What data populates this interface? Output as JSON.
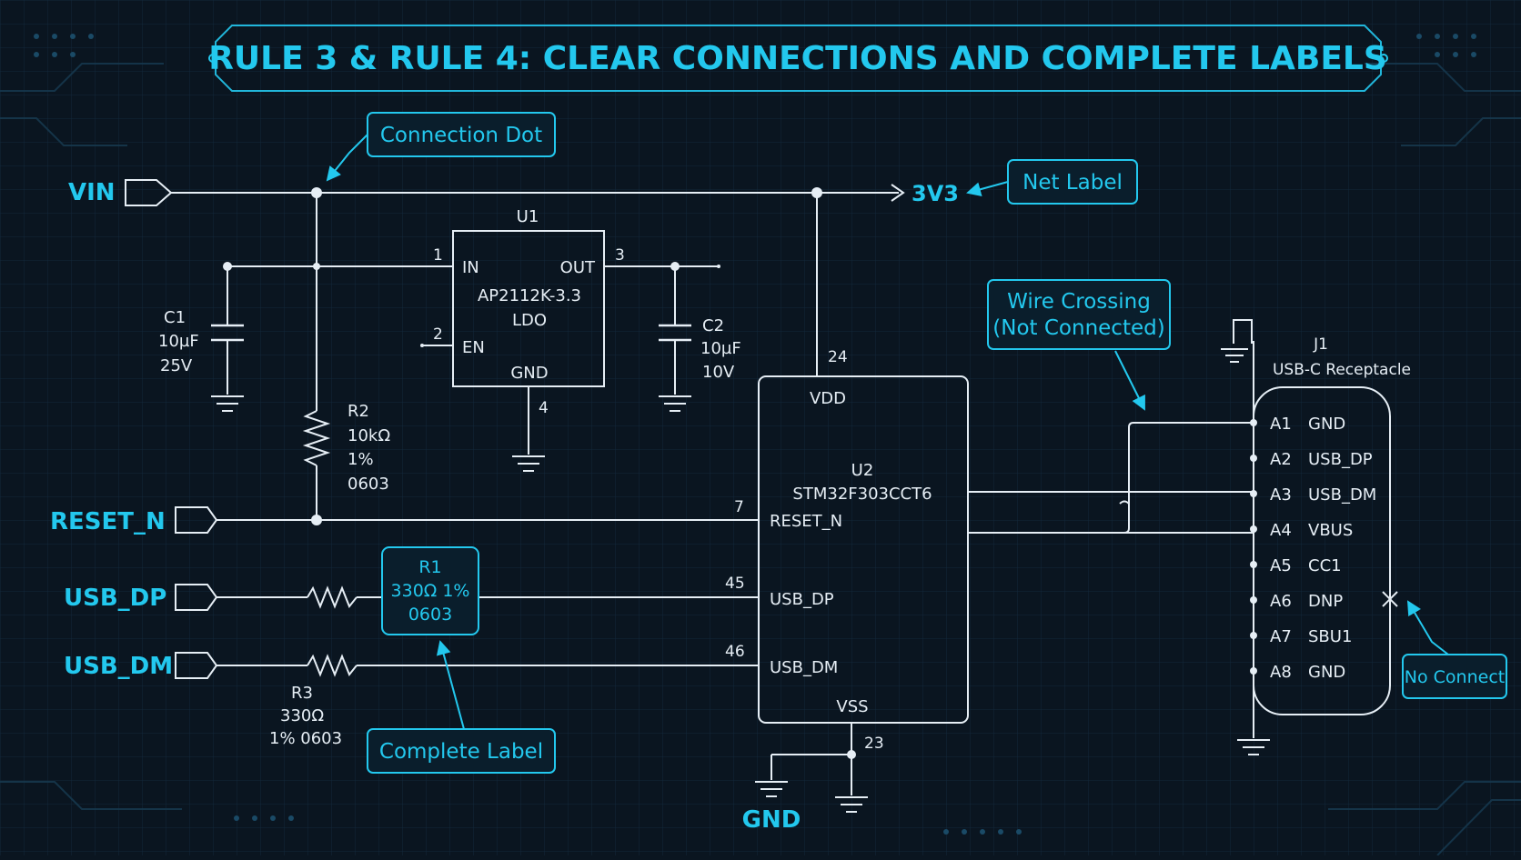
{
  "title": "RULE 3 & RULE 4: CLEAR CONNECTIONS AND COMPLETE LABELS",
  "colors": {
    "background": "#0a1520",
    "accent": "#23c8ee",
    "wire": "#e6eef5",
    "grid": "#12283a"
  },
  "callouts": {
    "connection_dot": "Connection Dot",
    "net_label": "Net Label",
    "wire_crossing_1": "Wire Crossing",
    "wire_crossing_2": "(Not Connected)",
    "complete_label": "Complete Label",
    "no_connect": "No Connect"
  },
  "ports": {
    "vin": "VIN",
    "reset_n": "RESET_N",
    "usb_dp": "USB_DP",
    "usb_dm": "USB_DM",
    "v3v3": "3V3",
    "gnd": "GND"
  },
  "u1": {
    "ref": "U1",
    "part": "AP2112K-3.3",
    "type": "LDO",
    "pin_in": "IN",
    "pin_out": "OUT",
    "pin_en": "EN",
    "pin_gnd": "GND",
    "num_in": "1",
    "num_en": "2",
    "num_out": "3",
    "num_gnd": "4"
  },
  "c1": {
    "ref": "C1",
    "value": "10µF",
    "voltage": "25V"
  },
  "c2": {
    "ref": "C2",
    "value": "10µF",
    "voltage": "10V"
  },
  "r2": {
    "ref": "R2",
    "value": "10kΩ",
    "tol": "1%",
    "pkg": "0603"
  },
  "r1": {
    "ref": "R1",
    "value": "330Ω 1%",
    "pkg": "0603"
  },
  "r3": {
    "ref": "R3",
    "value": "330Ω",
    "tolpkg": "1% 0603"
  },
  "u2": {
    "ref": "U2",
    "part": "STM32F303CCT6",
    "pin_vdd": "VDD",
    "pin_reset": "RESET_N",
    "pin_dp": "USB_DP",
    "pin_dm": "USB_DM",
    "pin_vss": "VSS",
    "num_vdd": "24",
    "num_reset": "7",
    "num_dp": "45",
    "num_dm": "46",
    "num_vss": "23"
  },
  "j1": {
    "ref": "J1",
    "part": "USB-C Receptacle",
    "pins": [
      {
        "num": "A1",
        "name": "GND"
      },
      {
        "num": "A2",
        "name": "USB_DP"
      },
      {
        "num": "A3",
        "name": "USB_DM"
      },
      {
        "num": "A4",
        "name": "VBUS"
      },
      {
        "num": "A5",
        "name": "CC1"
      },
      {
        "num": "A6",
        "name": "DNP"
      },
      {
        "num": "A7",
        "name": "SBU1"
      },
      {
        "num": "A8",
        "name": "GND"
      }
    ]
  }
}
